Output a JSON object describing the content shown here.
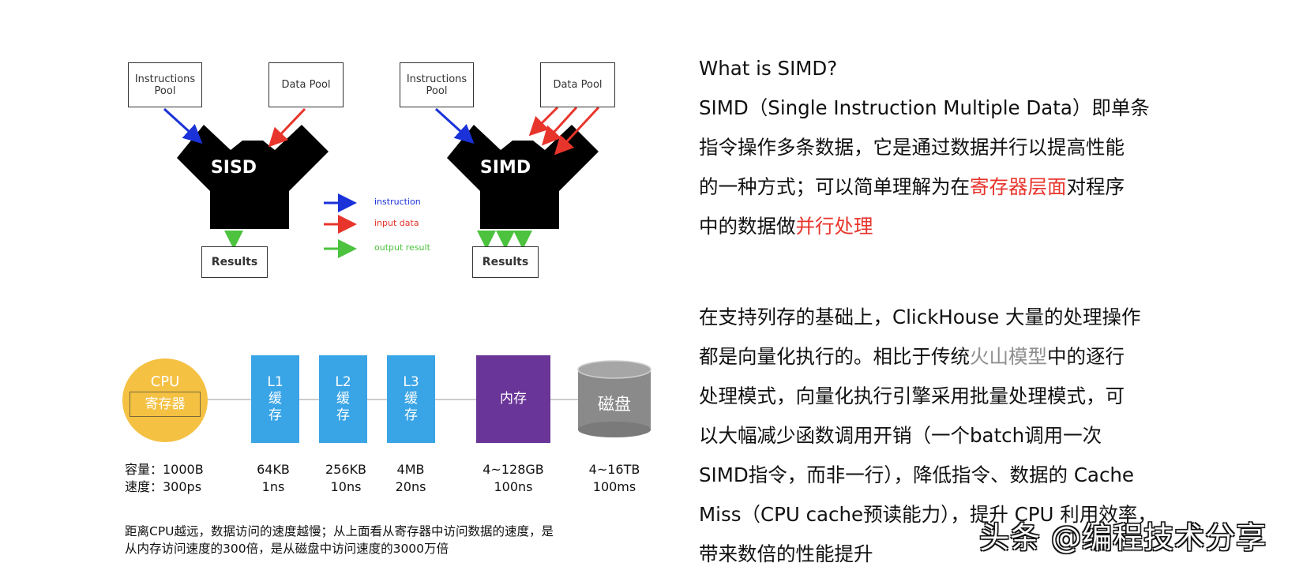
{
  "diagram": {
    "sisd": {
      "instructions_pool": "Instructions\nPool",
      "data_pool": "Data Pool",
      "label": "SISD",
      "results": "Results"
    },
    "simd": {
      "instructions_pool": "Instructions\nPool",
      "data_pool": "Data Pool",
      "label": "SIMD",
      "results": "Results"
    },
    "legend": [
      {
        "label": "instruction",
        "color": "#1a32d8"
      },
      {
        "label": "input data",
        "color": "#e8352c"
      },
      {
        "label": "output result",
        "color": "#4cc23f"
      }
    ]
  },
  "memory_hierarchy": {
    "cpu": {
      "label": "CPU",
      "register": "寄存器",
      "color": "#f4c143"
    },
    "levels": [
      {
        "lines": [
          "L1",
          "缓",
          "存"
        ],
        "capacity": "64KB",
        "speed": "1ns"
      },
      {
        "lines": [
          "L2",
          "缓",
          "存"
        ],
        "capacity": "256KB",
        "speed": "10ns"
      },
      {
        "lines": [
          "L3",
          "缓",
          "存"
        ],
        "capacity": "4MB",
        "speed": "20ns"
      }
    ],
    "memory": {
      "label": "内存",
      "capacity": "4~128GB",
      "speed": "100ns",
      "color": "#6a3598"
    },
    "disk": {
      "label": "磁盘",
      "capacity": "4~16TB",
      "speed": "100ms",
      "color": "#8a8a8a"
    },
    "cpu_capacity": "容量：1000B",
    "cpu_speed": "速度：300ps",
    "note_line1": "距离CPU越远，数据访问的速度越慢；从上面看从寄存器中访问数据的速度，是",
    "note_line2": "从内存访问速度的300倍，是从磁盘中访问速度的3000万倍"
  },
  "text": {
    "heading": "What is SIMD?",
    "p1_l1": "SIMD（Single Instruction Multiple Data）即单条",
    "p1_l2": "指令操作多条数据，它是通过数据并行以提高性能",
    "p1_l3a": "的一种方式；可以简单理解为在",
    "p1_l3b": "寄存器层面",
    "p1_l3c": "对程序",
    "p1_l4a": "中的数据做",
    "p1_l4b": "并行处理",
    "p2_l1": "在支持列存的基础上，ClickHouse 大量的处理操作",
    "p2_l2a": "都是向量化执行的。相比于传统",
    "p2_l2b": "火山模型",
    "p2_l2c": "中的逐行",
    "p2_l3": "处理模式，向量化执行引擎采用批量处理模式，可",
    "p2_l4": "以大幅减少函数调用开销（一个batch调用一次",
    "p2_l5": "SIMD指令，而非一行），降低指令、数据的 Cache",
    "p2_l6": "Miss（CPU cache预读能力），提升 CPU 利用效率，",
    "p2_l7": "带来数倍的性能提升"
  },
  "watermark": "头条 @编程技术分享"
}
